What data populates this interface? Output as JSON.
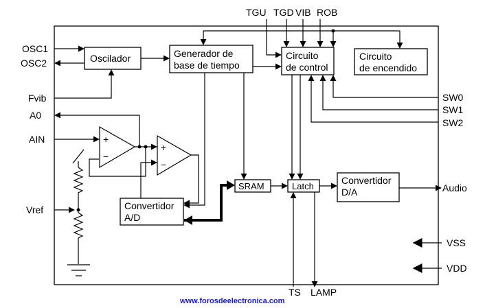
{
  "blocks": {
    "oscilador": "Oscilador",
    "generador_line1": "Generador de",
    "generador_line2": "base de tiempo",
    "circuito_control_line1": "Circuito",
    "circuito_control_line2": "de control",
    "circuito_encendido_line1": "Circuito",
    "circuito_encendido_line2": "de encendido",
    "sram": "SRAM",
    "latch": "Latch",
    "convertidor_da_line1": "Convertidor",
    "convertidor_da_line2": "D/A",
    "convertidor_ad_line1": "Convertidor",
    "convertidor_ad_line2": "A/D"
  },
  "pins": {
    "osc1": "OSC1",
    "osc2": "OSC2",
    "fvib": "Fvib",
    "a0": "A0",
    "ain": "AIN",
    "vref": "Vref",
    "tgu": "TGU",
    "tgd": "TGD",
    "vib": "VIB",
    "rob": "ROB",
    "sw0": "SW0",
    "sw1": "SW1",
    "sw2": "SW2",
    "audio": "Audio",
    "vss": "VSS",
    "vdd": "VDD",
    "ts": "TS",
    "lamp": "LAMP"
  },
  "amp": {
    "plus": "+",
    "minus": "−"
  },
  "footer": "www.forosdeelectronica.com"
}
